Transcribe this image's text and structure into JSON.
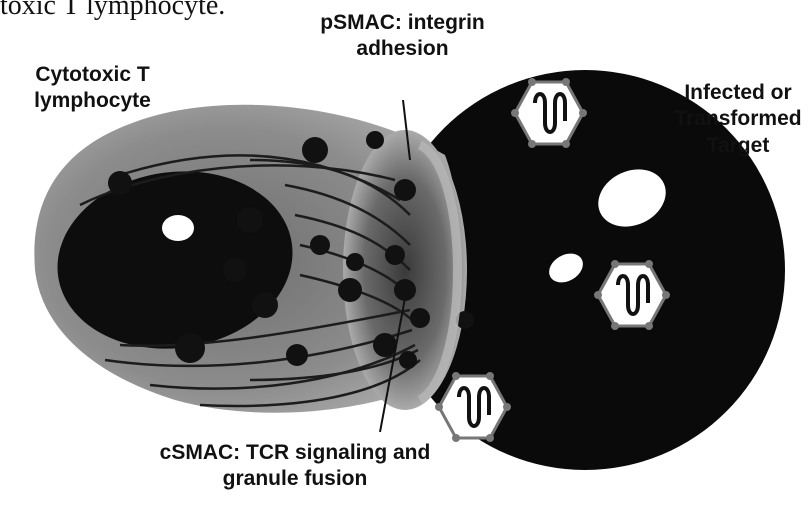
{
  "caption_fragment": "toxic T lymphocyte.",
  "labels": {
    "ctl_line1": "Cytotoxic T",
    "ctl_line2": "lymphocyte",
    "psmac_line1": "pSMAC: integrin",
    "psmac_line2": "adhesion",
    "target_line1": "Infected or",
    "target_line2": "Transformed",
    "target_line3": "Target",
    "csmac_line1": "cSMAC: TCR signaling and",
    "csmac_line2": "granule fusion"
  },
  "colors": {
    "target_cell": "#0a0a0a",
    "ctl_body": "#8a8a8a",
    "nucleus": "#0d0d0d",
    "granule": "#111111",
    "psmac_ring": "#b5b5b5",
    "mhc_hexagon": "#ffffff"
  }
}
